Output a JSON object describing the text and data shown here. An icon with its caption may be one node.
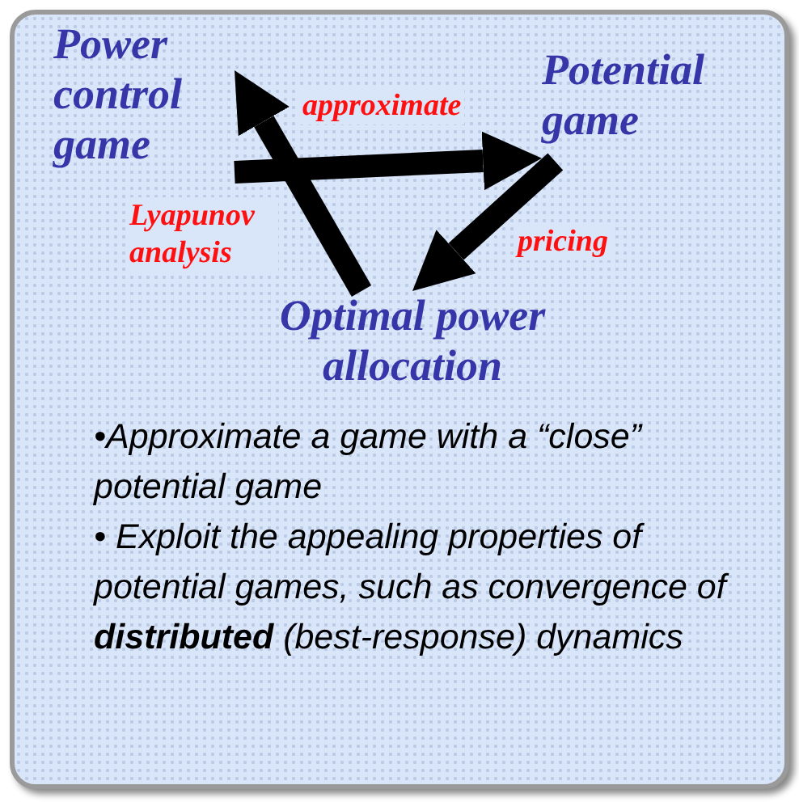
{
  "diagram": {
    "nodes": [
      {
        "text": [
          "Power control game"
        ]
      },
      {
        "text": [
          "Potential game"
        ]
      },
      {
        "text": [
          "Optimal power allocation"
        ]
      }
    ],
    "edges": [
      {
        "from": 0,
        "to": 1,
        "arrow": "to",
        "label": "approximate"
      },
      {
        "from": 1,
        "to": 2,
        "arrow": "to",
        "label": "pricing"
      },
      {
        "from": 2,
        "to": 0,
        "arrow": "to",
        "label": "Lyapunov analysis"
      }
    ],
    "labels": [
      "•Approximate a game with a “close” potential game",
      "• Exploit the appealing properties of potential games, such as convergence of **distributed** (best-response) dynamics"
    ]
  }
}
